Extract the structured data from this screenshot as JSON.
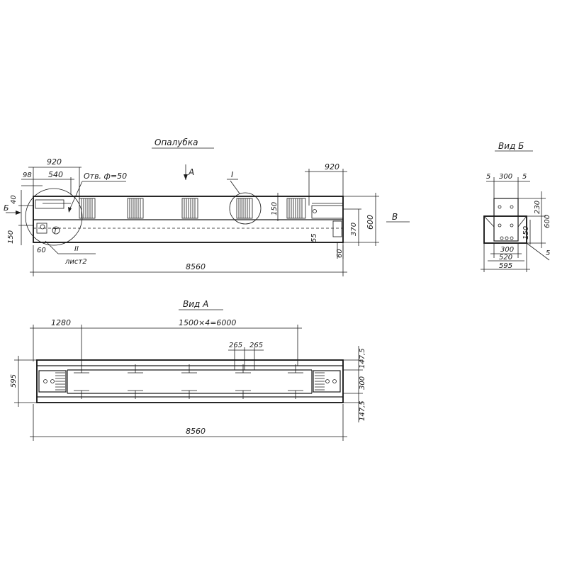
{
  "titles": {
    "elevation": "Опалубка",
    "view_a": "Вид А",
    "view_b": "Вид Б"
  },
  "elevation": {
    "hole_note": "Отв. ф=50",
    "section_mark_a": "А",
    "section_mark_b": "Б",
    "section_mark_v": "В",
    "node_I": "I",
    "callout_II_num": "II",
    "callout_II_sheet": "лист2",
    "callout_circle_T": "T",
    "dims": {
      "top_left_920": "920",
      "top_left_540": "540",
      "top_left_98": "98",
      "top_right_920": "920",
      "left_40": "40",
      "left_150": "150",
      "left_60": "60",
      "right_150": "150",
      "right_55": "55",
      "right_60": "60",
      "right_370": "370",
      "right_600": "600",
      "total": "8560"
    }
  },
  "view_a": {
    "dims": {
      "left_1280": "1280",
      "span": "1500×4=6000",
      "d265a": "265",
      "d265b": "265",
      "height_595": "595",
      "r_147_5": "147,5",
      "r_300": "300",
      "r_147_5b": "147,5",
      "total": "8560"
    }
  },
  "view_b": {
    "dims": {
      "top_5a": "5",
      "top_300": "300",
      "top_5b": "5",
      "r_230": "230",
      "r_600": "600",
      "r_150": "150",
      "r_5": "5",
      "b_300": "300",
      "b_520": "520",
      "b_595": "595"
    }
  }
}
